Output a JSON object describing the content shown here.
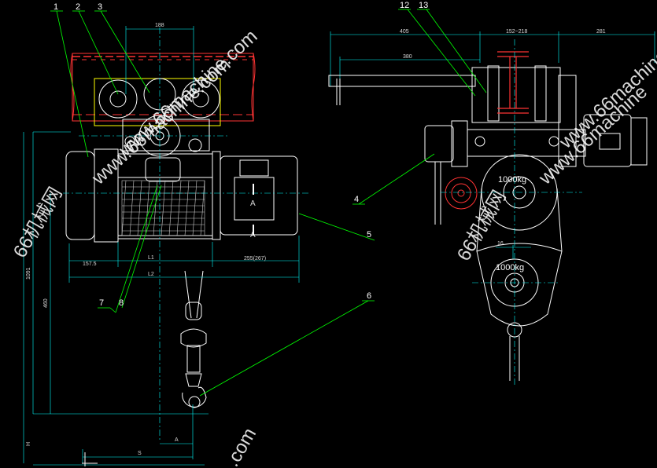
{
  "balloons": {
    "b1": "1",
    "b2": "2",
    "b3": "3",
    "b4": "4",
    "b5": "5",
    "b6": "6",
    "b7": "7",
    "b8": "8",
    "b12": "12",
    "b13": "13"
  },
  "dimensions": {
    "d188": "188",
    "l1": "L1",
    "l2": "L2",
    "d157": "157.5",
    "d255": "255(267)",
    "d460": "460",
    "h_min": "1091",
    "h": "H",
    "a": "A",
    "s": "S",
    "d405": "405",
    "d152": "152~218",
    "d281": "281",
    "d380": "380",
    "d16": "16"
  },
  "section_marks": {
    "a_top": "A",
    "a_bottom": "A"
  },
  "callouts": {
    "load_side": "1000kg",
    "load_hook": "1000kg"
  },
  "watermarks": {
    "site_top": "www.66machine.com",
    "site_mid": "www.66machine.com",
    "site_right_top": "www.66machine",
    "site_right_mid": "www.66machine",
    "site_bottom": ".com",
    "cn_left": "66机械网",
    "cn_right": "66机械网"
  },
  "colors": {
    "background": "#000000",
    "outline": "#ffffff",
    "dimension": "#00ffff",
    "leader": "#00ff00",
    "accent": "#ff3333",
    "highlight": "#ffff00"
  }
}
